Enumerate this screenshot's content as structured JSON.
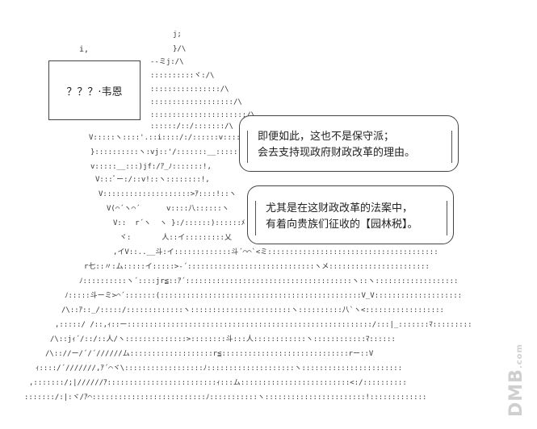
{
  "nameplate": {
    "label": "？？？·韦恩"
  },
  "bubbles": [
    {
      "lines": [
        "即便如此，这也不是保守派；",
        "会去支持现政府财政改革的理由。"
      ]
    },
    {
      "lines": [
        "尤其是在这财政改革的法案中，",
        "有着向贵族们征收的【园林税】。"
      ]
    }
  ],
  "watermark": {
    "brand": "DMB",
    "suffix": ".com"
  }
}
